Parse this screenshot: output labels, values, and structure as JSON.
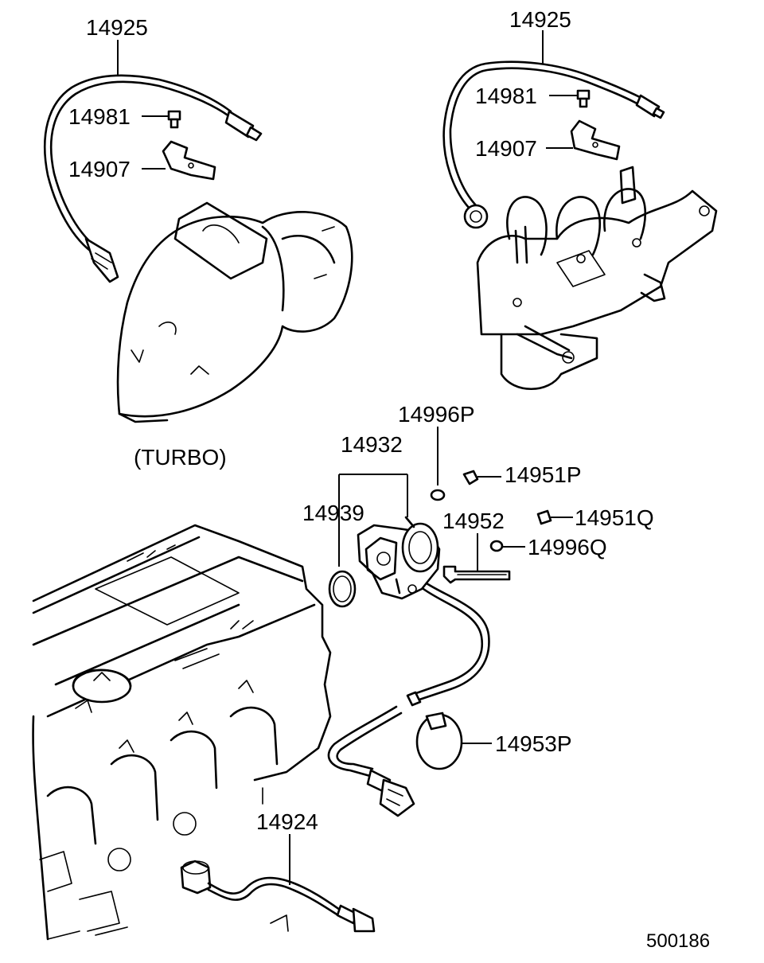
{
  "labels": {
    "p14925_left": "14925",
    "p14981_left": "14981",
    "p14907_left": "14907",
    "turbo": "(TURBO)",
    "p14925_right": "14925",
    "p14981_right": "14981",
    "p14907_right": "14907",
    "p14996P": "14996P",
    "p14932": "14932",
    "p14951P": "14951P",
    "p14939": "14939",
    "p14952": "14952",
    "p14951Q": "14951Q",
    "p14996Q": "14996Q",
    "p14953P": "14953P",
    "p14924": "14924",
    "diagram_code": "500186"
  }
}
